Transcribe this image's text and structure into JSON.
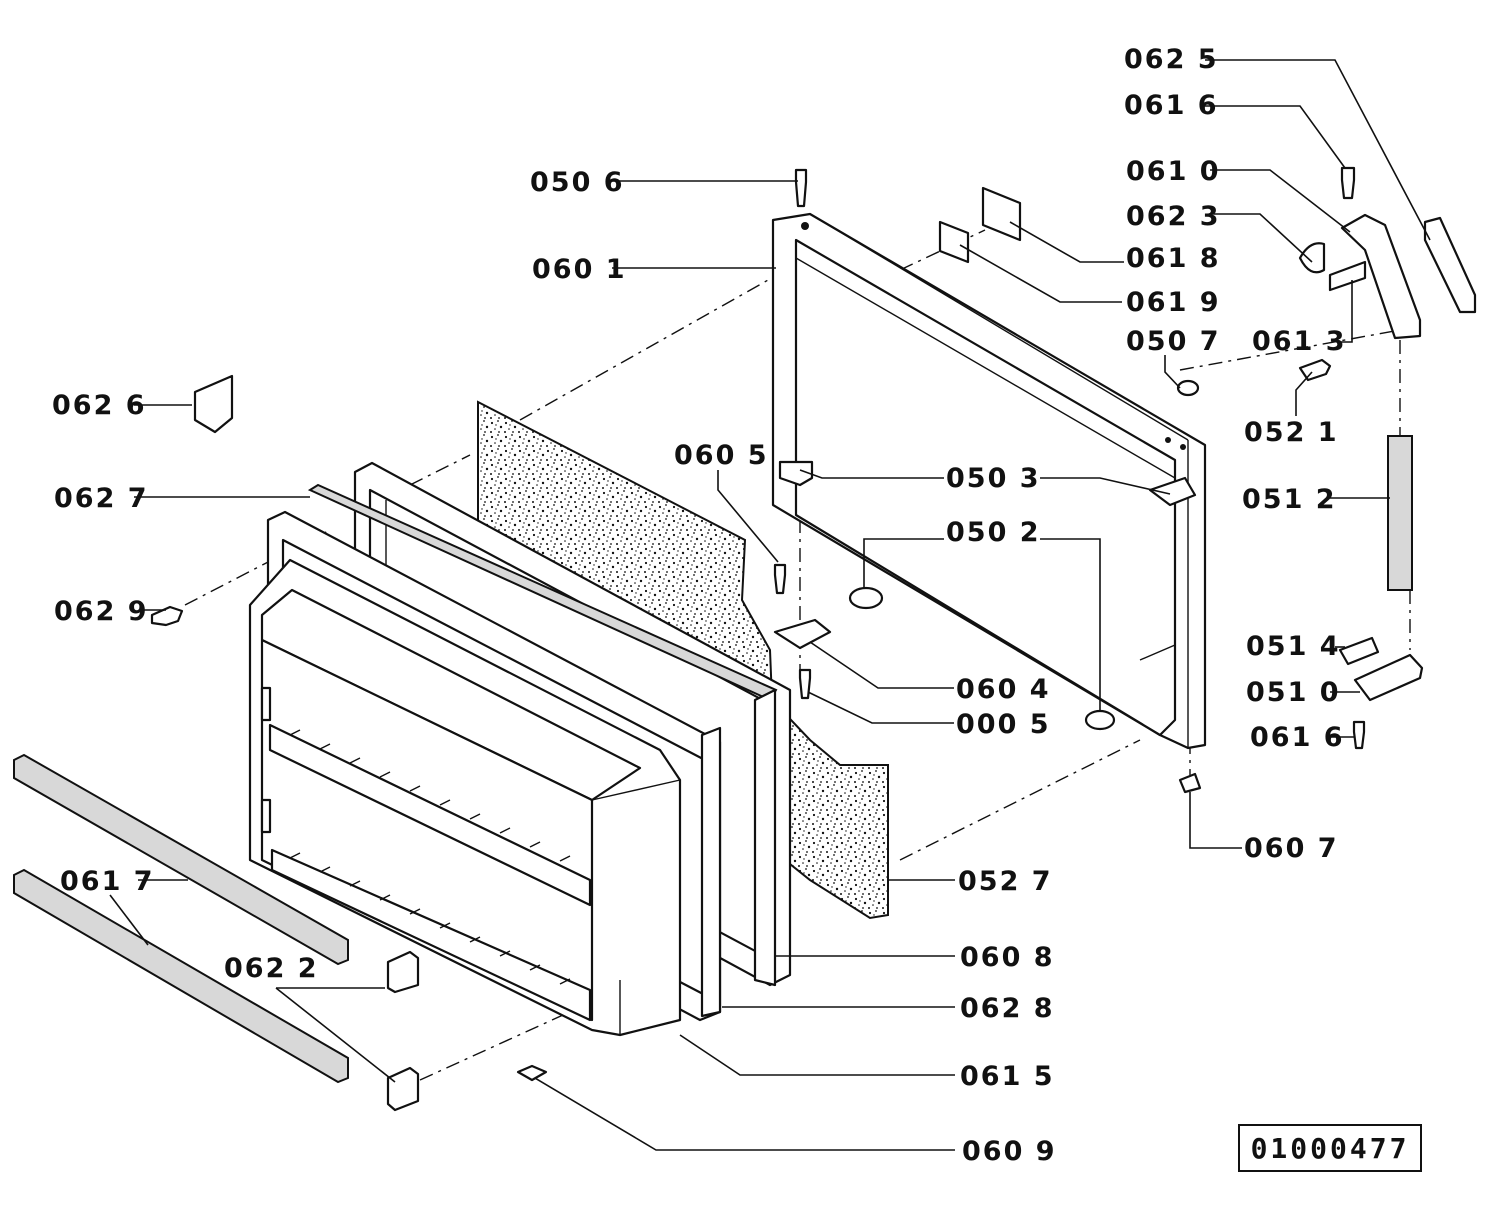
{
  "diagram": {
    "document_number": "01000477",
    "labels": [
      {
        "id": "l0625",
        "text": "062 5"
      },
      {
        "id": "l0616a",
        "text": "061 6"
      },
      {
        "id": "l0610",
        "text": "061 0"
      },
      {
        "id": "l0623",
        "text": "062 3"
      },
      {
        "id": "l0618",
        "text": "061 8"
      },
      {
        "id": "l0619",
        "text": "061 9"
      },
      {
        "id": "l0507",
        "text": "050 7"
      },
      {
        "id": "l0613",
        "text": "061 3"
      },
      {
        "id": "l0521",
        "text": "052 1"
      },
      {
        "id": "l0512",
        "text": "051 2"
      },
      {
        "id": "l0514",
        "text": "051 4"
      },
      {
        "id": "l0510",
        "text": "051 0"
      },
      {
        "id": "l0616b",
        "text": "061 6"
      },
      {
        "id": "l0607",
        "text": "060 7"
      },
      {
        "id": "l0506",
        "text": "050 6"
      },
      {
        "id": "l0601",
        "text": "060 1"
      },
      {
        "id": "l0626",
        "text": "062 6"
      },
      {
        "id": "l0627",
        "text": "062 7"
      },
      {
        "id": "l0629",
        "text": "062 9"
      },
      {
        "id": "l0605",
        "text": "060 5"
      },
      {
        "id": "l0503",
        "text": "050 3"
      },
      {
        "id": "l0502",
        "text": "050 2"
      },
      {
        "id": "l0604",
        "text": "060 4"
      },
      {
        "id": "l0005",
        "text": "000 5"
      },
      {
        "id": "l0527",
        "text": "052 7"
      },
      {
        "id": "l0608",
        "text": "060 8"
      },
      {
        "id": "l0628",
        "text": "062 8"
      },
      {
        "id": "l0615",
        "text": "061 5"
      },
      {
        "id": "l0609",
        "text": "060 9"
      },
      {
        "id": "l0617",
        "text": "061 7"
      },
      {
        "id": "l0622",
        "text": "062 2"
      }
    ]
  }
}
